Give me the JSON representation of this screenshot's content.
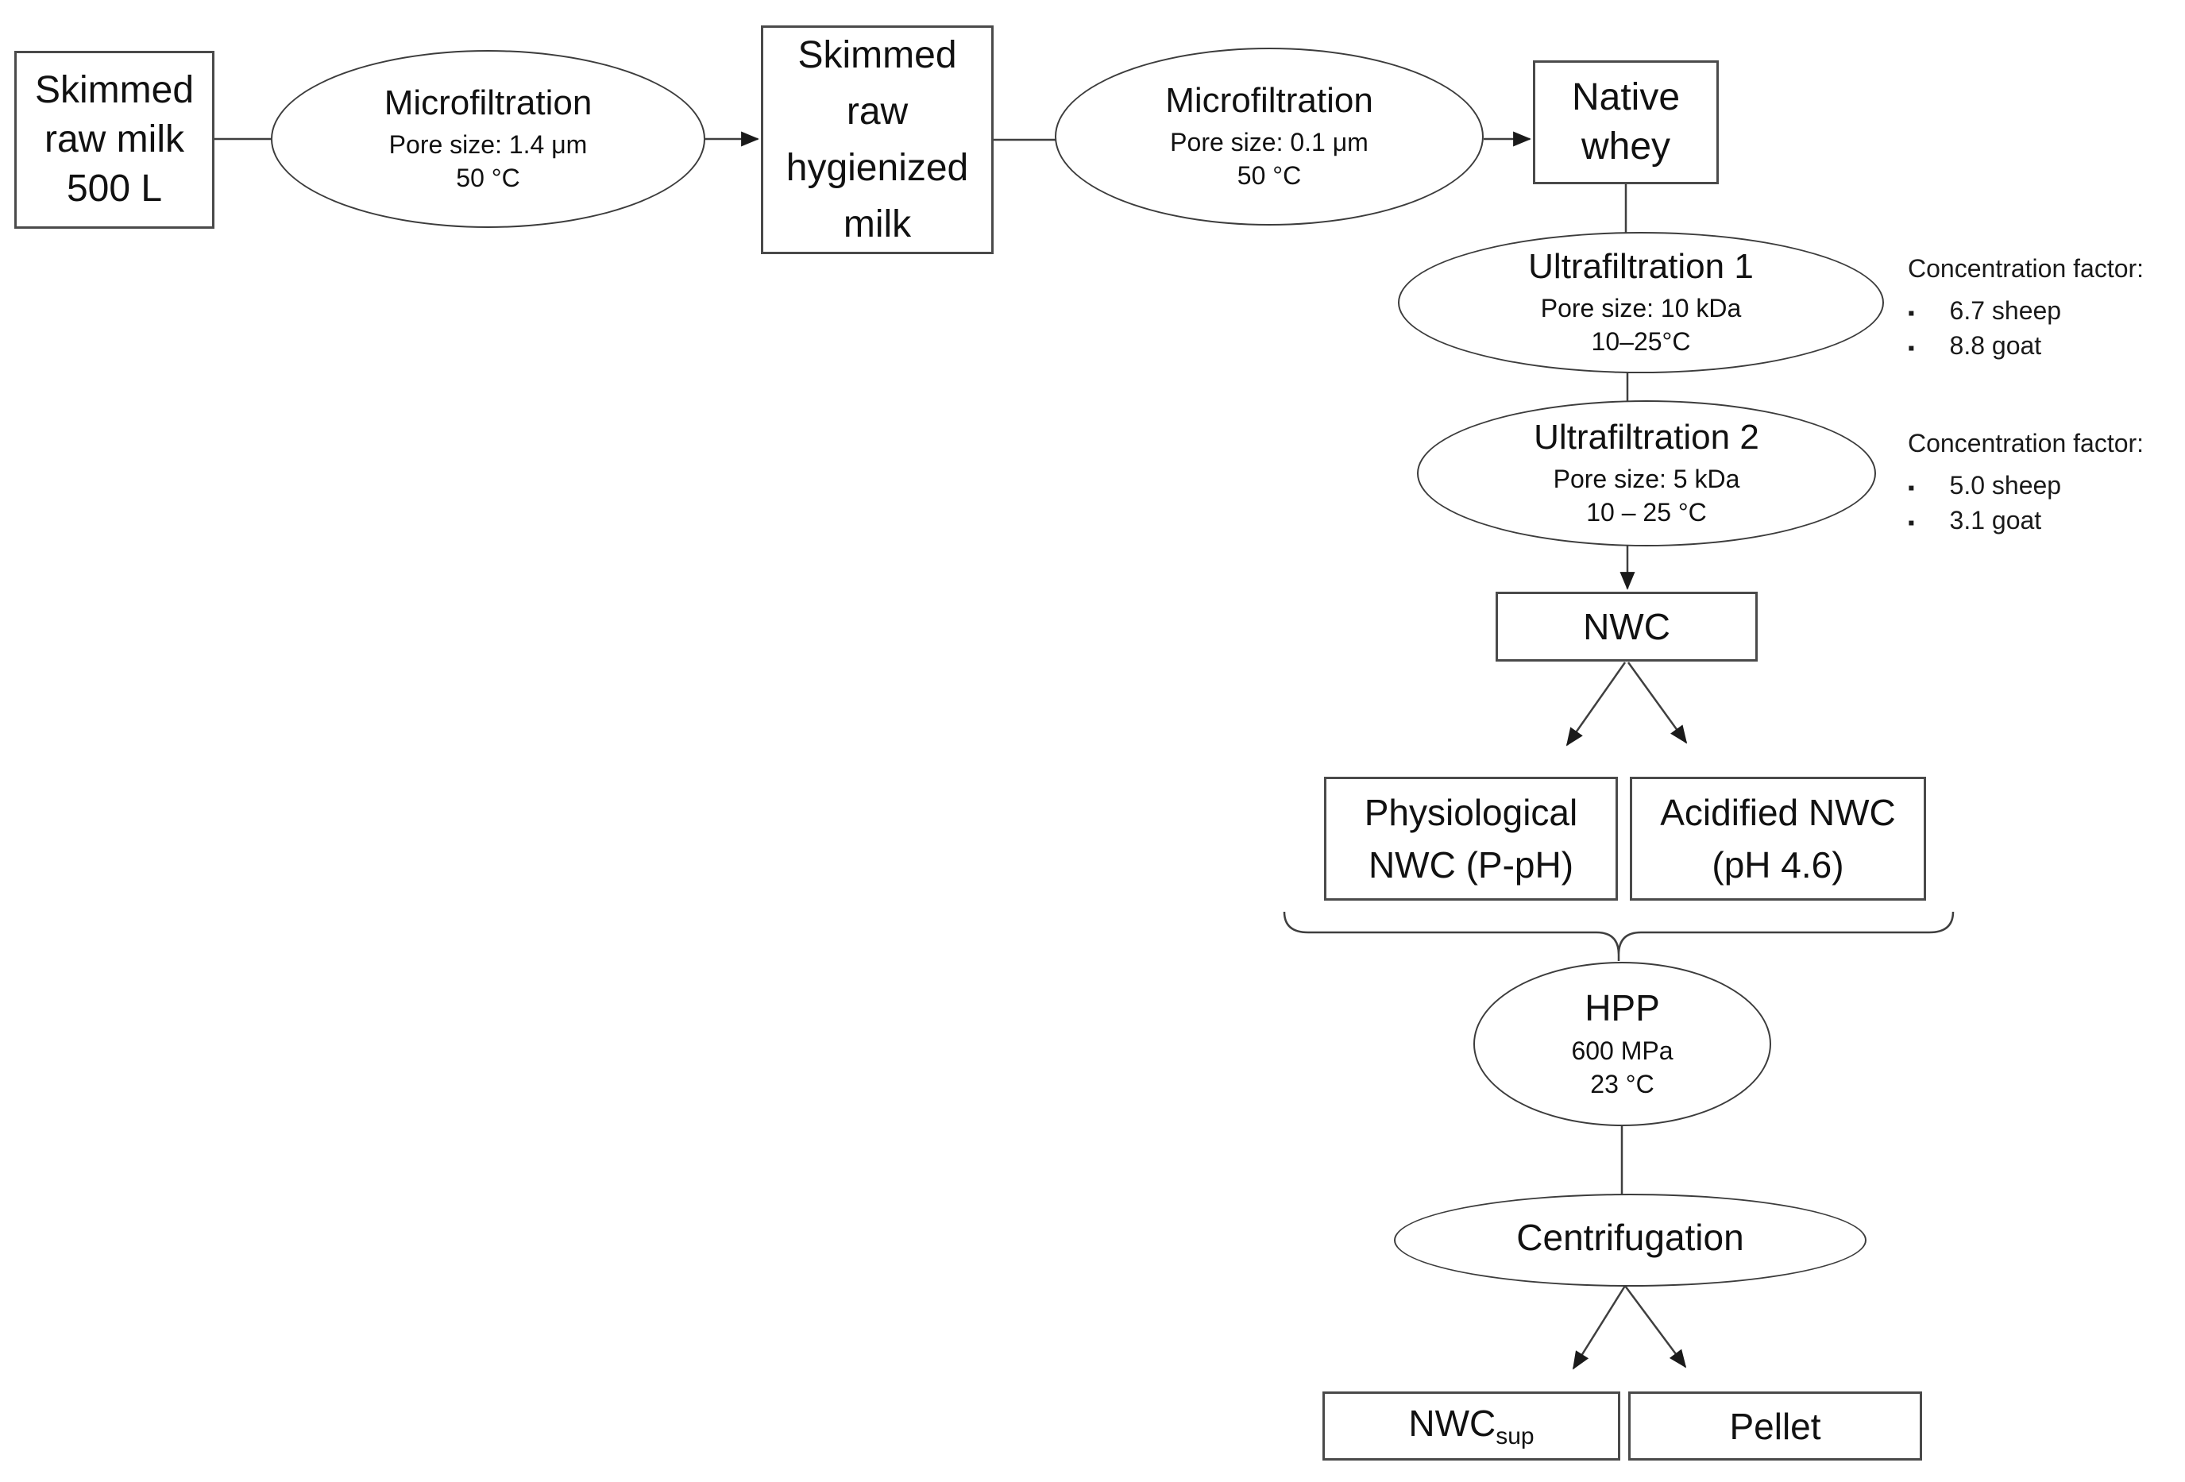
{
  "diagram": {
    "nodes": {
      "skimmed_raw_milk": {
        "lines": [
          "Skimmed",
          "raw milk",
          "500 L"
        ]
      },
      "microfiltration_1": {
        "label": "Microfiltration",
        "details": [
          "Pore size: 1.4 μm",
          "50 °C"
        ]
      },
      "skimmed_raw_hygienized_milk": {
        "lines": [
          "Skimmed",
          "raw",
          "hygienized",
          "milk"
        ]
      },
      "microfiltration_2": {
        "label": "Microfiltration",
        "details": [
          "Pore size: 0.1 μm",
          "50 °C"
        ]
      },
      "native_whey": {
        "lines": [
          "Native",
          "whey"
        ]
      },
      "ultrafiltration_1": {
        "label": "Ultrafiltration 1",
        "details": [
          "Pore size: 10 kDa",
          "10–25°C"
        ]
      },
      "ultrafiltration_2": {
        "label": "Ultrafiltration 2",
        "details": [
          "Pore size: 5 kDa",
          "10 – 25 °C"
        ]
      },
      "nwc": {
        "label": "NWC"
      },
      "physiological_nwc": {
        "lines": [
          "Physiological",
          "NWC (P-pH)"
        ]
      },
      "acidified_nwc": {
        "lines": [
          "Acidified NWC",
          "(pH 4.6)"
        ]
      },
      "hpp": {
        "label": "HPP",
        "details": [
          "600 MPa",
          "23 °C"
        ]
      },
      "centrifugation": {
        "label": "Centrifugation"
      },
      "nwc_sup": {
        "base": "NWC",
        "subscript": "sup"
      },
      "pellet": {
        "label": "Pellet"
      }
    },
    "annotations": {
      "uf1_concentration": {
        "title": "Concentration factor:",
        "items": [
          "6.7 sheep",
          "8.8 goat"
        ]
      },
      "uf2_concentration": {
        "title": "Concentration factor:",
        "items": [
          "5.0 sheep",
          "3.1 goat"
        ]
      }
    },
    "icons": {
      "bullet": "▪"
    },
    "colors": {
      "stroke": "#3f3f3f",
      "text": "#111111",
      "background": "#ffffff"
    }
  }
}
